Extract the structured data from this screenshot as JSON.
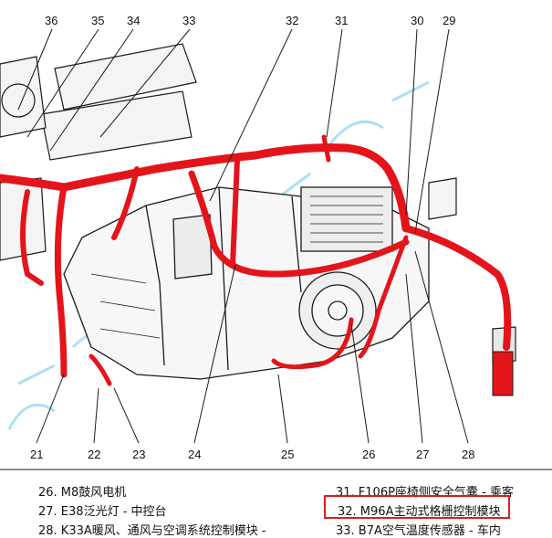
{
  "colors": {
    "harness": "#e4141b",
    "line": "#1a1a1a",
    "highlight": "#d81e1e",
    "watermark": "#67c7ea"
  },
  "callouts": [
    "21",
    "22",
    "23",
    "24",
    "25",
    "26",
    "27",
    "28",
    "29",
    "30",
    "31",
    "32",
    "33",
    "34",
    "35",
    "36"
  ],
  "legend": {
    "left": [
      "26. M8鼓风电机",
      "27. E38泛光灯 - 中控台",
      "28. K33A暖风、通风与空调系统控制模块 -"
    ],
    "right": [
      "31. F106P座椅侧安全气囊 - 乘客",
      "32. M96A主动式格栅控制模块",
      "33. B7A空气温度传感器 - 车内"
    ],
    "highlighted_index": 1
  }
}
